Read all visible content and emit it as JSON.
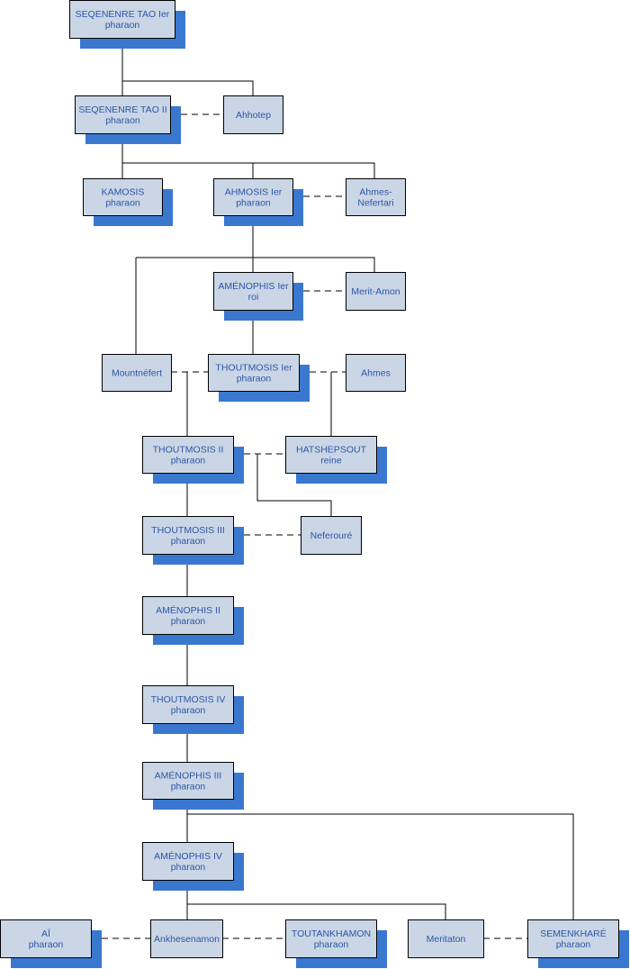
{
  "nodes": {
    "seqenenre1": {
      "line1": "SEQENENRE TAO Ier",
      "line2": "pharaon"
    },
    "seqenenre2": {
      "line1": "SEQENENRE TAO II",
      "line2": "pharaon"
    },
    "ahhotep": {
      "line1": "Ahhotep",
      "line2": ""
    },
    "kamosis": {
      "line1": "KAMOSIS",
      "line2": "pharaon"
    },
    "ahmosis": {
      "line1": "AHMOSIS Ier",
      "line2": "pharaon"
    },
    "ahmes_nefertari": {
      "line1": "Ahmes-",
      "line2": "Nefertari"
    },
    "amenophis1": {
      "line1": "AMÉNOPHIS Ier",
      "line2": "roi"
    },
    "merit_amon": {
      "line1": "Merit-Amon",
      "line2": ""
    },
    "mountnefert": {
      "line1": "Mountnéfert",
      "line2": ""
    },
    "thoutmosis1": {
      "line1": "THOUTMOSIS Ier",
      "line2": "pharaon"
    },
    "ahmes": {
      "line1": "Ahmes",
      "line2": ""
    },
    "thoutmosis2": {
      "line1": "THOUTMOSIS II",
      "line2": "pharaon"
    },
    "hatshepsout": {
      "line1": "HATSHEPSOUT",
      "line2": "reine"
    },
    "thoutmosis3": {
      "line1": "THOUTMOSIS III",
      "line2": "pharaon"
    },
    "neferoure": {
      "line1": "Neferouré",
      "line2": ""
    },
    "amenophis2": {
      "line1": "AMÉNOPHIS II",
      "line2": "pharaon"
    },
    "thoutmosis4": {
      "line1": "THOUTMOSIS IV",
      "line2": "pharaon"
    },
    "amenophis3": {
      "line1": "AMÉNOPHIS III",
      "line2": "pharaon"
    },
    "amenophis4": {
      "line1": "AMÉNOPHIS IV",
      "line2": "pharaon"
    },
    "ai": {
      "line1": "AÏ",
      "line2": "pharaon"
    },
    "ankhesenamon": {
      "line1": "Ankhesenamon",
      "line2": ""
    },
    "toutankhamon": {
      "line1": "TOUTANKHAMON",
      "line2": "pharaon"
    },
    "meritaton": {
      "line1": "Meritaton",
      "line2": ""
    },
    "semenkhare": {
      "line1": "SEMENKHARÉ",
      "line2": "pharaon"
    }
  },
  "colors": {
    "box_fill": "#cad6e6",
    "shadow": "#3a78d0",
    "text": "#2d56a6",
    "line": "#000000"
  }
}
